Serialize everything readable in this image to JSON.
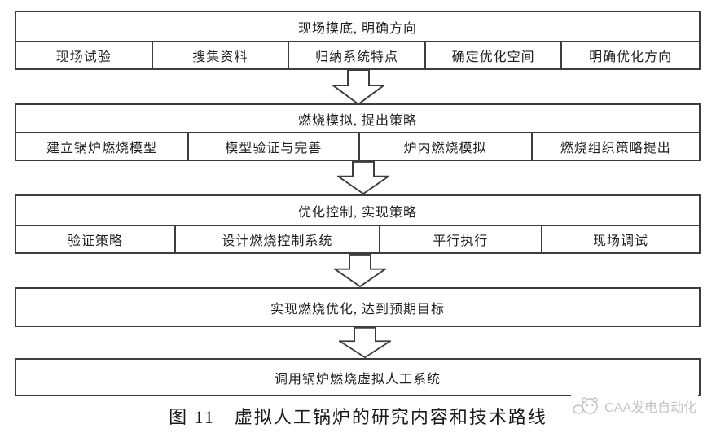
{
  "diagram": {
    "stages": [
      {
        "title": "现场摸底, 明确方向",
        "items": [
          "现场试验",
          "搜集资料",
          "归纳系统特点",
          "确定优化空间",
          "明确优化方向"
        ]
      },
      {
        "title": "燃烧模拟, 提出策略",
        "items": [
          "建立锅炉燃烧模型",
          "模型验证与完善",
          "炉内燃烧模拟",
          "燃烧组织策略提出"
        ]
      },
      {
        "title": "优化控制, 实现策略",
        "items": [
          "验证策略",
          "设计燃烧控制系统",
          "平行执行",
          "现场调试"
        ]
      },
      {
        "title": "实现燃烧优化, 达到预期目标",
        "items": []
      },
      {
        "title": "调用锅炉燃烧虚拟人工系统",
        "items": []
      }
    ],
    "arrow_icon": "down-block-arrow",
    "caption": "图 11　虚拟人工锅炉的研究内容和技术路线"
  },
  "watermark": {
    "logo_icon": "caa-panda-logo",
    "text": "CAA发电自动化"
  },
  "colors": {
    "border": "#3d3d3d",
    "text": "#1f1f1f",
    "background": "#ffffff",
    "watermark_gray": "#c4c4c4"
  }
}
